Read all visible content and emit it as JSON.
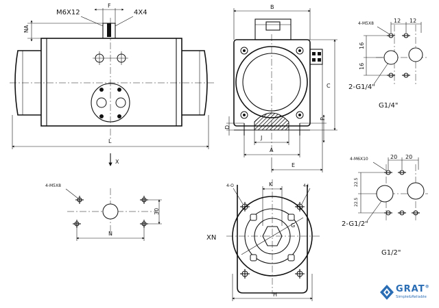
{
  "labels": {
    "m6x12": "M6X12",
    "f": "F",
    "four_x4": "4X4",
    "na": "NA",
    "l": "L",
    "x": "X",
    "b": "B",
    "c": "C",
    "d": "D",
    "p": "P",
    "j": "J",
    "a": "A",
    "e": "E",
    "m5x8_flange": "4-M5X8",
    "thirty": "30",
    "n": "N",
    "four_o": "4-O",
    "four_i": "4-I",
    "k": "K",
    "xn": "XN",
    "g": "G",
    "h": "H",
    "m5x8_port": "4-M5X8",
    "twelve_a": "12",
    "twelve_b": "12",
    "sixteen_a": "16",
    "sixteen_b": "16",
    "port_quarter_callout": "2-G1/4\"",
    "port_quarter_title": "G1/4\"",
    "m6x10": "4-M6X10",
    "twenty_a": "20",
    "twenty_b": "20",
    "twentytwo_a": "22.5",
    "twentytwo_b": "22.5",
    "port_half_callout": "2-G1/2\"",
    "port_half_title": "G1/2\""
  },
  "logo": {
    "name": "GRAT",
    "registered": "®",
    "tagline": "Simple&Reliable",
    "color": "#2a6db5"
  },
  "line_color": "#111111"
}
